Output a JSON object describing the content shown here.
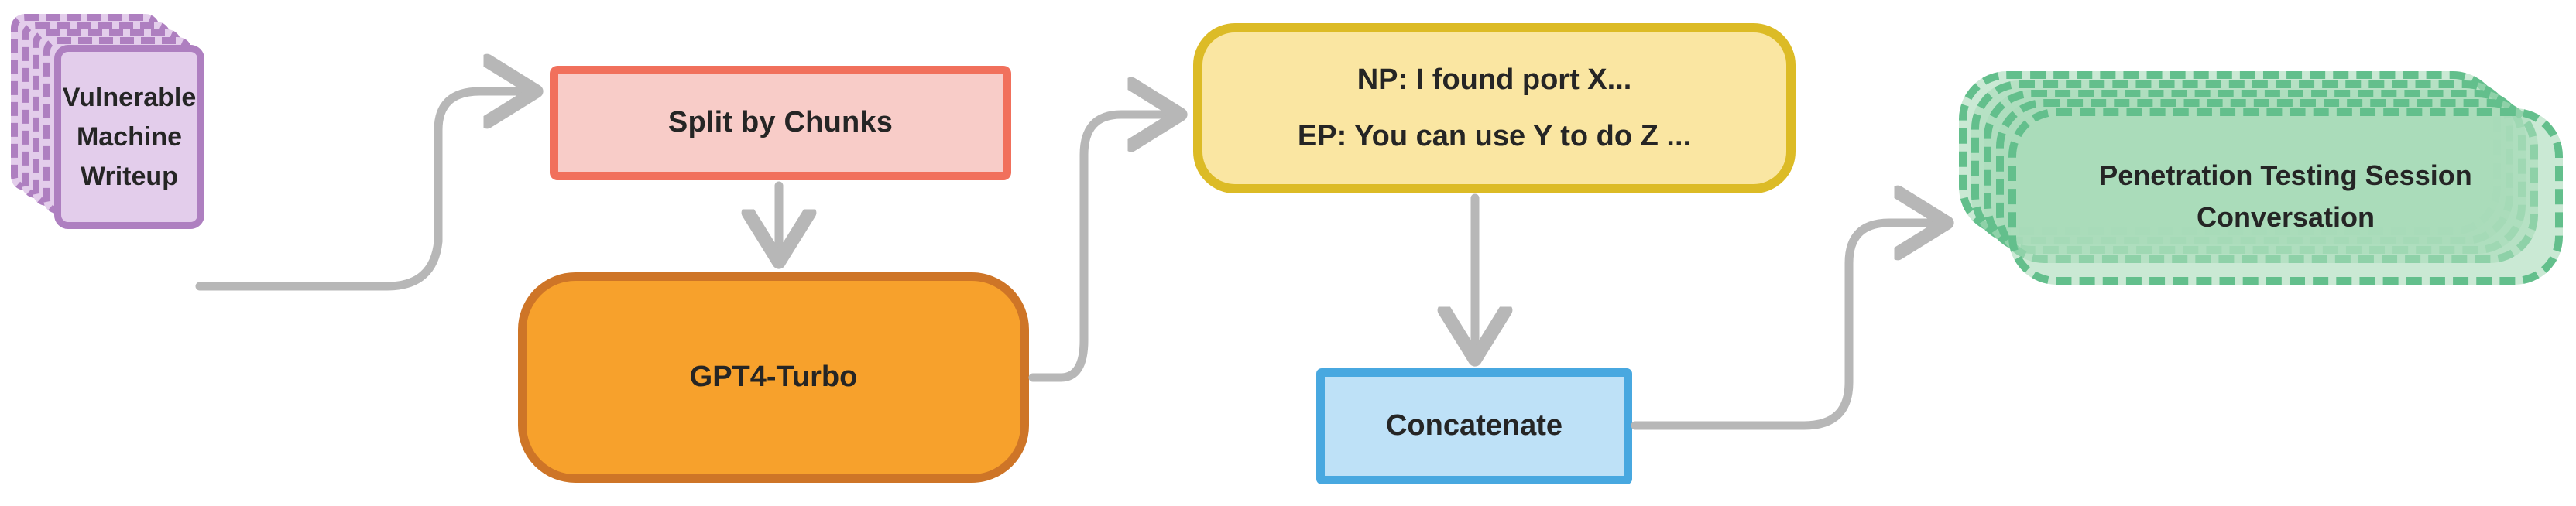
{
  "diagram": {
    "title": "Penetration testing writeup-to-conversation pipeline",
    "type": "flowchart",
    "background": "#FFFFFF",
    "connector_color": "#B7B7B7"
  },
  "nodes": {
    "vulnerable_writeup": {
      "label": "Vulnerable\nMachine\nWriteup",
      "lines": [
        "Vulnerable",
        "Machine",
        "Writeup"
      ],
      "shape": "stacked-document",
      "stack_count": 5,
      "fill": "#E3CDEB",
      "stroke": "#AE7FC0",
      "border_style": "dashed"
    },
    "split_by_chunks": {
      "label": "Split by Chunks",
      "shape": "rectangle",
      "fill": "#F8CCC8",
      "stroke": "#F1705C",
      "border_style": "solid"
    },
    "gpt4_turbo": {
      "label": "GPT4-Turbo",
      "shape": "stadium",
      "fill": "#F7A12C",
      "stroke": "#CE7527",
      "border_style": "solid"
    },
    "np_ep_pair": {
      "label": "NP: I found port X...\nEP: You can use Y to do Z ...",
      "lines": [
        "NP: I found port X...",
        "EP: You can use Y to do Z ..."
      ],
      "shape": "rounded-rectangle",
      "fill": "#FAE6A2",
      "stroke": "#DCBB26",
      "border_style": "solid"
    },
    "concatenate": {
      "label": "Concatenate",
      "shape": "rectangle",
      "fill": "#BEE1F7",
      "stroke": "#48A8E0",
      "border_style": "solid"
    },
    "pentest_session": {
      "label": "Penetration Testing Session\nConversation",
      "lines": [
        "Penetration Testing Session",
        "Conversation"
      ],
      "shape": "stacked-stadium",
      "stack_count": 5,
      "fill": "#A9DBBA",
      "stroke": "#63BF8C",
      "border_style": "dashed"
    }
  },
  "edges": [
    {
      "id": "edge-writeup-to-split",
      "from": "vulnerable_writeup",
      "to": "split_by_chunks",
      "label": "",
      "arrow": "end"
    },
    {
      "id": "edge-split-to-gpt4",
      "from": "split_by_chunks",
      "to": "gpt4_turbo",
      "label": "",
      "arrow": "end"
    },
    {
      "id": "edge-gpt4-to-npep",
      "from": "gpt4_turbo",
      "to": "np_ep_pair",
      "label": "",
      "arrow": "end"
    },
    {
      "id": "edge-npep-to-concatenate",
      "from": "np_ep_pair",
      "to": "concatenate",
      "label": "",
      "arrow": "end"
    },
    {
      "id": "edge-concatenate-to-session",
      "from": "concatenate",
      "to": "pentest_session",
      "label": "",
      "arrow": "end"
    }
  ]
}
